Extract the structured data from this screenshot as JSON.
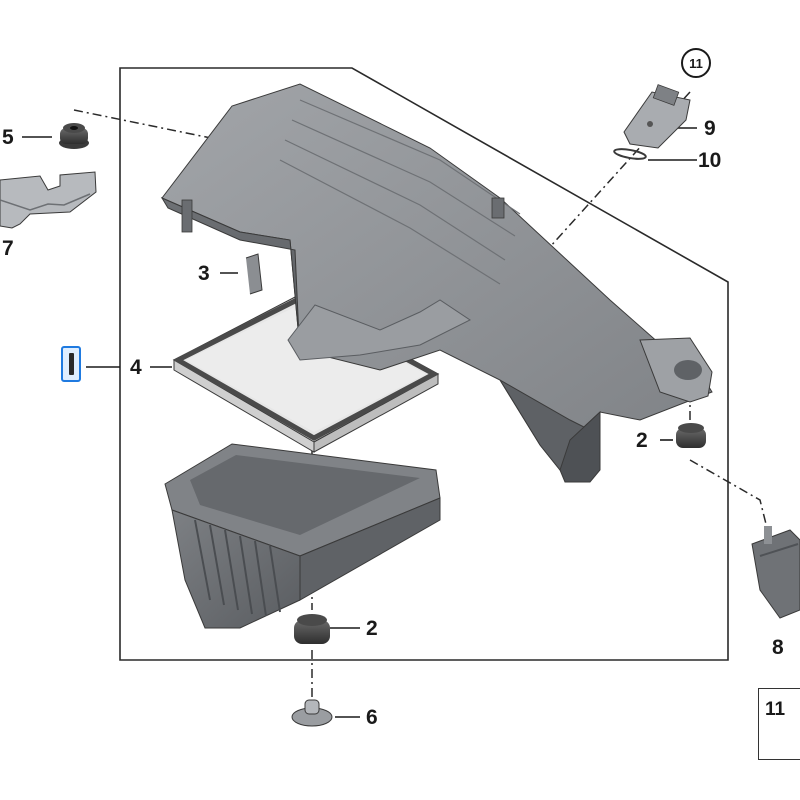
{
  "diagram": {
    "callouts": {
      "c2a": "2",
      "c2b": "2",
      "c3": "3",
      "c4": "4",
      "c5": "5",
      "c6": "6",
      "c7": "7",
      "c8": "8",
      "c9": "9",
      "c10": "10",
      "c11_circled": "11",
      "c11_legend": "11"
    },
    "colors": {
      "housing": "#8c8f93",
      "housing_dark": "#6b6e72",
      "filter_frame": "#4a4a4a",
      "filter_media": "#e4e4e4",
      "line": "#1a1a1a",
      "selection": "#1f7ae0"
    },
    "icons": [
      "air-filter-housing-cover",
      "air-filter-element",
      "air-filter-housing-lower",
      "rubber-mount",
      "bracket",
      "clip",
      "sensor",
      "o-ring",
      "selection-handle"
    ]
  }
}
